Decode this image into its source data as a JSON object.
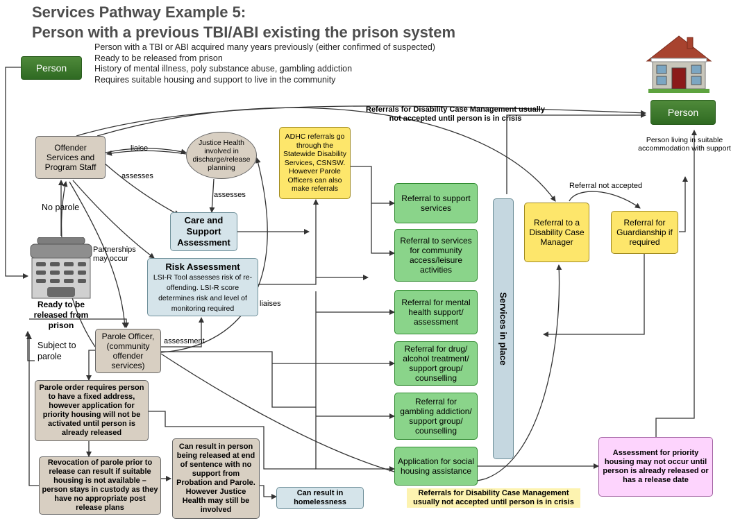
{
  "title": {
    "line1": "Services Pathway Example 5:",
    "line2": "Person with a previous TBI/ABI existing the prison system"
  },
  "description": [
    "Person with a TBI or ABI acquired many years previously (either confirmed of suspected)",
    "Ready to be released from prison",
    "History of mental illness, poly substance abuse, gambling addiction",
    "Requires suitable housing and support to live in the community"
  ],
  "nodes": {
    "person_start": "Person",
    "person_end": "Person",
    "person_end_caption": "Person living in suitable accommodation with support",
    "offender_services": "Offender Services and Program Staff",
    "justice_health": "Justice Health involved in discharge/release planning",
    "care_support": "Care and Support Assessment",
    "risk_title": "Risk Assessment",
    "risk_body": "LSI-R Tool assesses risk of re-offending.  LSI-R score determines risk and level of monitoring required",
    "adhc": "ADHC referrals go through the Statewide Disability Services, CSNSW. However Parole Officers can also make referrals",
    "ref_support": "Referral to support services",
    "ref_community": "Referral to services for community access/leisure activities",
    "ref_mental": "Referral for mental health support/ assessment",
    "ref_drug": "Referral for drug/ alcohol treatment/ support group/ counselling",
    "ref_gambling": "Referral for gambling addiction/ support group/ counselling",
    "ref_housing": "Application for social housing assistance",
    "services_in_place": "Services in place",
    "ref_disability": "Referral to a Disability Case Manager",
    "ref_guardianship": "Referral for Guardianship if required",
    "prison_caption": "Ready to be released from prison",
    "parole_officer": "Parole Officer, (community offender services)",
    "parole_order": "Parole order requires person to have a fixed address, however application for priority housing will not be activated until person is already released",
    "revocation": "Revocation of parole prior to release can result if suitable housing is not available – person stays in custody as they have no appropriate post release plans",
    "release_end": "Can result in person being released at end of sentence with no support from Probation and Parole.  However Justice Health may still be involved",
    "homelessness": "Can result in homelessness",
    "priority_assessment": "Assessment for priority housing may not occur until person is already released or has a release date"
  },
  "labels": {
    "liaise": "liaise",
    "assesses1": "assesses",
    "assesses2": "assesses",
    "no_parole": "No parole",
    "partnerships": "Partnerships may occur",
    "liaises": "liaises",
    "assessment": "assessment",
    "subject_parole": "Subject to parole",
    "referral_not_accepted": "Referral not accepted",
    "disability_note_top": "Referrals for Disability Case Management usually not accepted until person is in crisis",
    "disability_note_bottom": "Referrals for Disability Case Management usually not accepted until person is in crisis"
  },
  "icons": [
    "house-icon",
    "prison-icon"
  ],
  "colors": {
    "dark_green": "#3a7a2a",
    "green": "#8ad48a",
    "tan": "#d8cfc2",
    "blue": "#d5e4ea",
    "yellow": "#fde66b",
    "pink": "#fdd4fd"
  }
}
